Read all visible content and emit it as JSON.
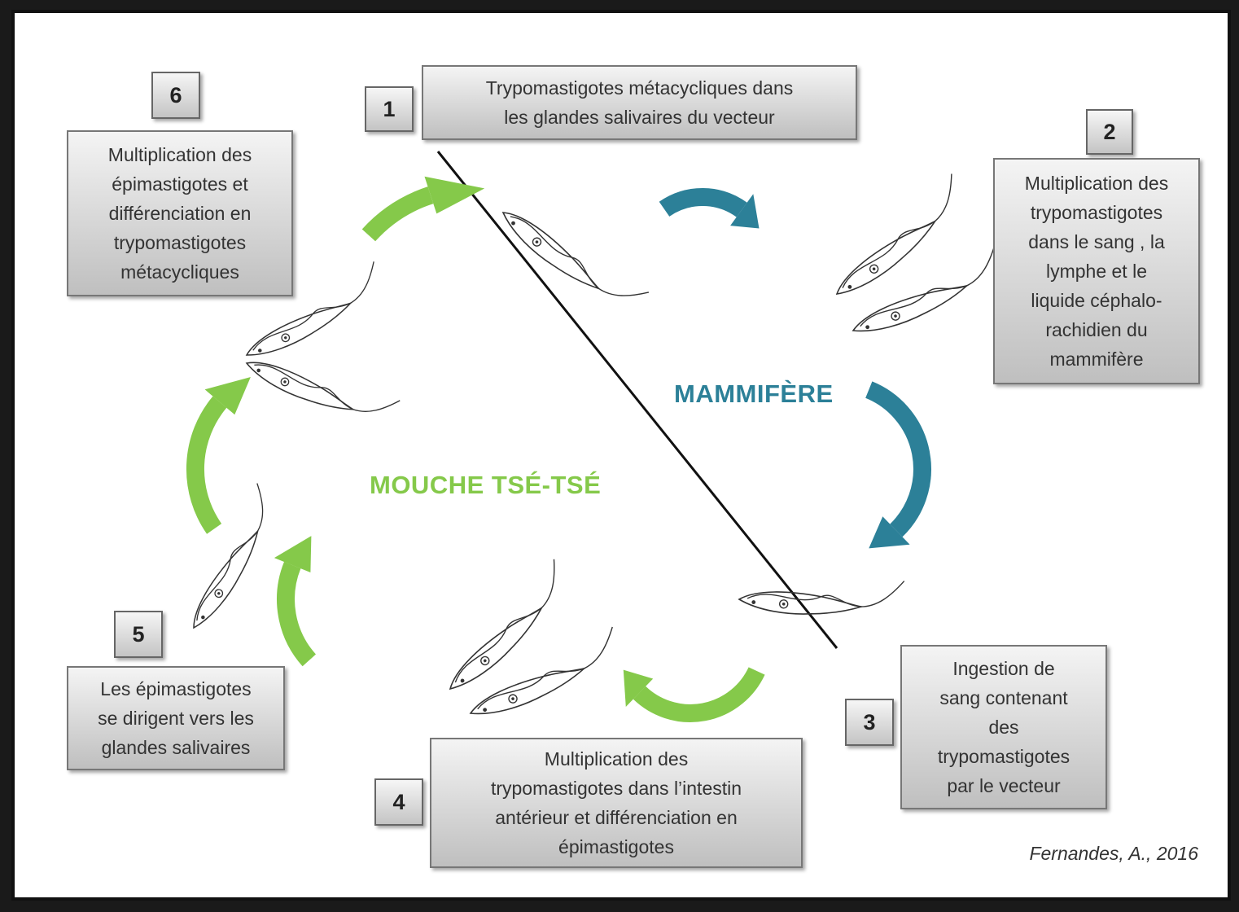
{
  "colors": {
    "fly": "#85c94a",
    "mammal": "#2c8098",
    "line": "#111111"
  },
  "regions": {
    "mammal": "MAMMIFÈRE",
    "fly": "MOUCHE TSÉ-TSÉ"
  },
  "steps": [
    {
      "number": "1",
      "text": "Trypomastigotes métacycliques dans\nles glandes salivaires du vecteur"
    },
    {
      "number": "2",
      "text": "Multiplication des\ntrypomastigotes\ndans le sang , la\nlymphe et le\nliquide céphalo-\nrachidien du\nmammifère"
    },
    {
      "number": "3",
      "text": "Ingestion de\nsang contenant\ndes\ntrypomastigotes\npar le vecteur"
    },
    {
      "number": "4",
      "text": "Multiplication des\ntrypomastigotes dans l’intestin\nantérieur et différenciation en\népimastigotes"
    },
    {
      "number": "5",
      "text": "Les épimastigotes\nse dirigent vers les\nglandes salivaires"
    },
    {
      "number": "6",
      "text": "Multiplication des\népimastigotes et\ndifférenciation en\ntrypomastigotes\nmétacycliques"
    }
  ],
  "credit": "Fernandes, A., 2016"
}
